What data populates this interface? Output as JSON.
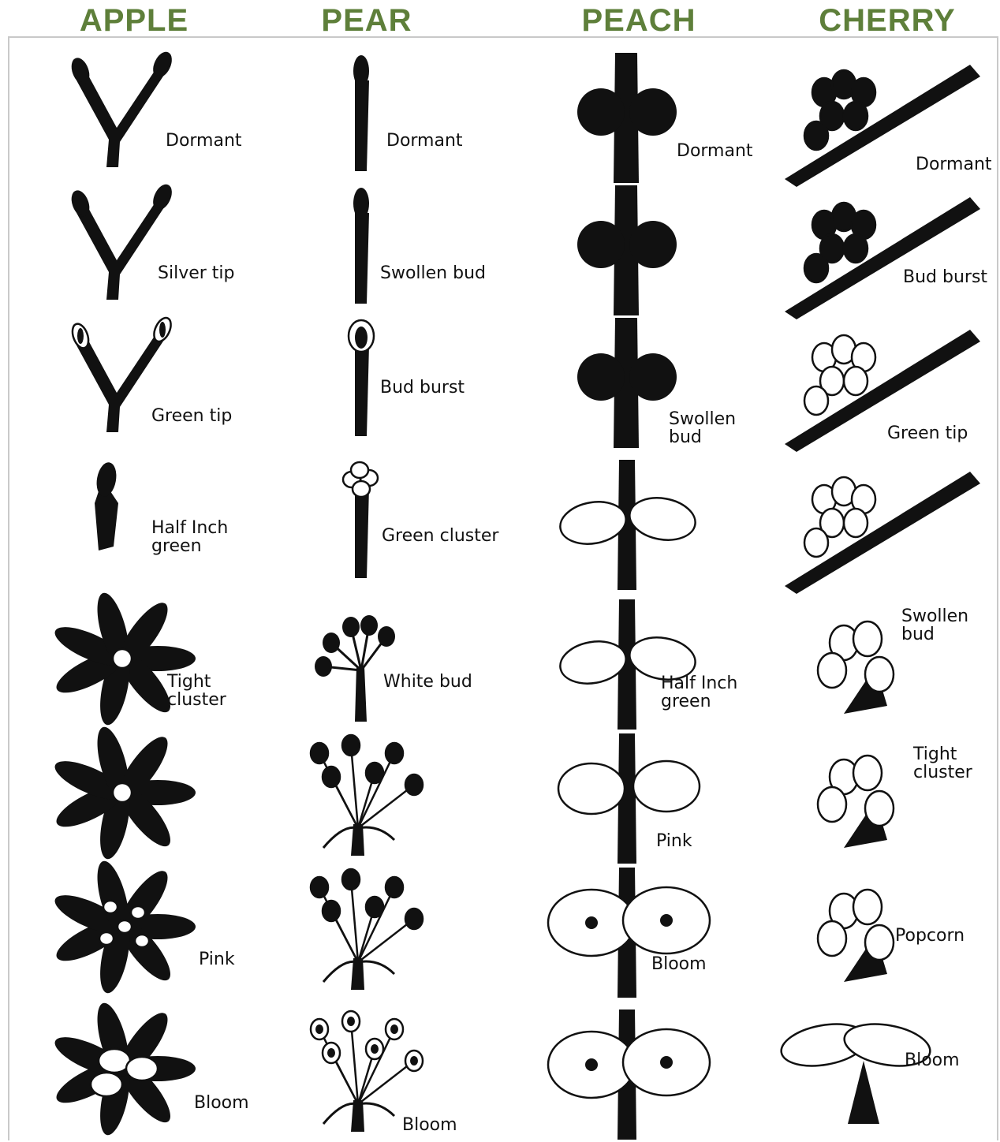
{
  "columns": [
    {
      "title": "APPLE",
      "stages": [
        {
          "label": "Dormant",
          "icon": "twig-y"
        },
        {
          "label": "Silver tip",
          "icon": "twig-y"
        },
        {
          "label": "Green tip",
          "icon": "twig-y-buds"
        },
        {
          "label": "Half Inch\ngreen",
          "icon": "small-bud"
        },
        {
          "label": "Tight cluster",
          "icon": "leaf-rosette"
        },
        {
          "label": "",
          "icon": "leaf-rosette"
        },
        {
          "label": "Pink",
          "icon": "leaf-rosette-buds"
        },
        {
          "label": "Bloom",
          "icon": "leaf-rosette-flowers"
        }
      ]
    },
    {
      "title": "PEAR",
      "stages": [
        {
          "label": "Dormant",
          "icon": "spur"
        },
        {
          "label": "Swollen bud",
          "icon": "spur"
        },
        {
          "label": "Bud burst",
          "icon": "spur-burst"
        },
        {
          "label": "Green cluster",
          "icon": "spur-cluster"
        },
        {
          "label": "White bud",
          "icon": "bud-cluster"
        },
        {
          "label": "",
          "icon": "stem-buds"
        },
        {
          "label": "",
          "icon": "stem-buds"
        },
        {
          "label": "Bloom",
          "icon": "stem-flowers"
        }
      ]
    },
    {
      "title": "PEACH",
      "stages": [
        {
          "label": "Dormant",
          "icon": "stem-buds-dark"
        },
        {
          "label": "",
          "icon": "stem-buds-dark"
        },
        {
          "label": "Swollen bud",
          "icon": "stem-buds-dark"
        },
        {
          "label": "",
          "icon": "stem-leaves"
        },
        {
          "label": "Half Inch\ngreen",
          "icon": "stem-leaves"
        },
        {
          "label": "Pink",
          "icon": "stem-petals"
        },
        {
          "label": "Bloom",
          "icon": "stem-flower-open"
        },
        {
          "label": "",
          "icon": "stem-flower-open"
        }
      ]
    },
    {
      "title": "CHERRY",
      "stages": [
        {
          "label": "Dormant",
          "icon": "branch-buds"
        },
        {
          "label": "Bud burst",
          "icon": "branch-buds"
        },
        {
          "label": "Green tip",
          "icon": "branch-buds-light"
        },
        {
          "label": "",
          "icon": "branch-buds-light"
        },
        {
          "label": "Swollen\nbud",
          "icon": "cherry-bud"
        },
        {
          "label": "Tight\ncluster",
          "icon": "cherry-cluster"
        },
        {
          "label": "Popcorn",
          "icon": "cherry-popcorn"
        },
        {
          "label": "Bloom",
          "icon": "cherry-bloom"
        }
      ]
    }
  ],
  "colors": {
    "title": "#5e7f3a",
    "ink": "#111111",
    "frame": "#c9c9c9"
  }
}
